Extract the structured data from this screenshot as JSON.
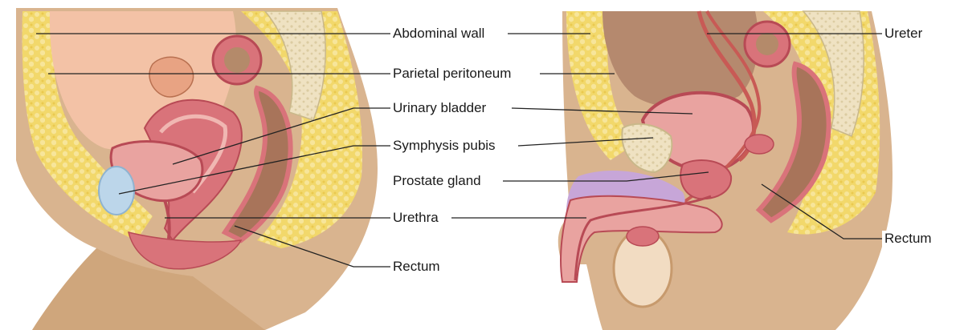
{
  "labels": {
    "abdominal_wall": "Abdominal wall",
    "parietal_peritoneum": "Parietal peritoneum",
    "urinary_bladder": "Urinary bladder",
    "symphysis_pubis": "Symphysis pubis",
    "prostate_gland": "Prostate gland",
    "urethra": "Urethra",
    "rectum_left": "Rectum",
    "ureter": "Ureter",
    "rectum_right": "Rectum"
  },
  "colors": {
    "skin": "#d9b48f",
    "skin_shadow": "#c79a6d",
    "fat": "#f2d86b",
    "muscle": "#d9737a",
    "muscle_dark": "#b84a55",
    "organ_pink": "#e9a3a0",
    "bone": "#efe2c2",
    "cartilage": "#bcd6ea",
    "purple_tissue": "#c7a6d8",
    "leader_line": "#222222"
  }
}
